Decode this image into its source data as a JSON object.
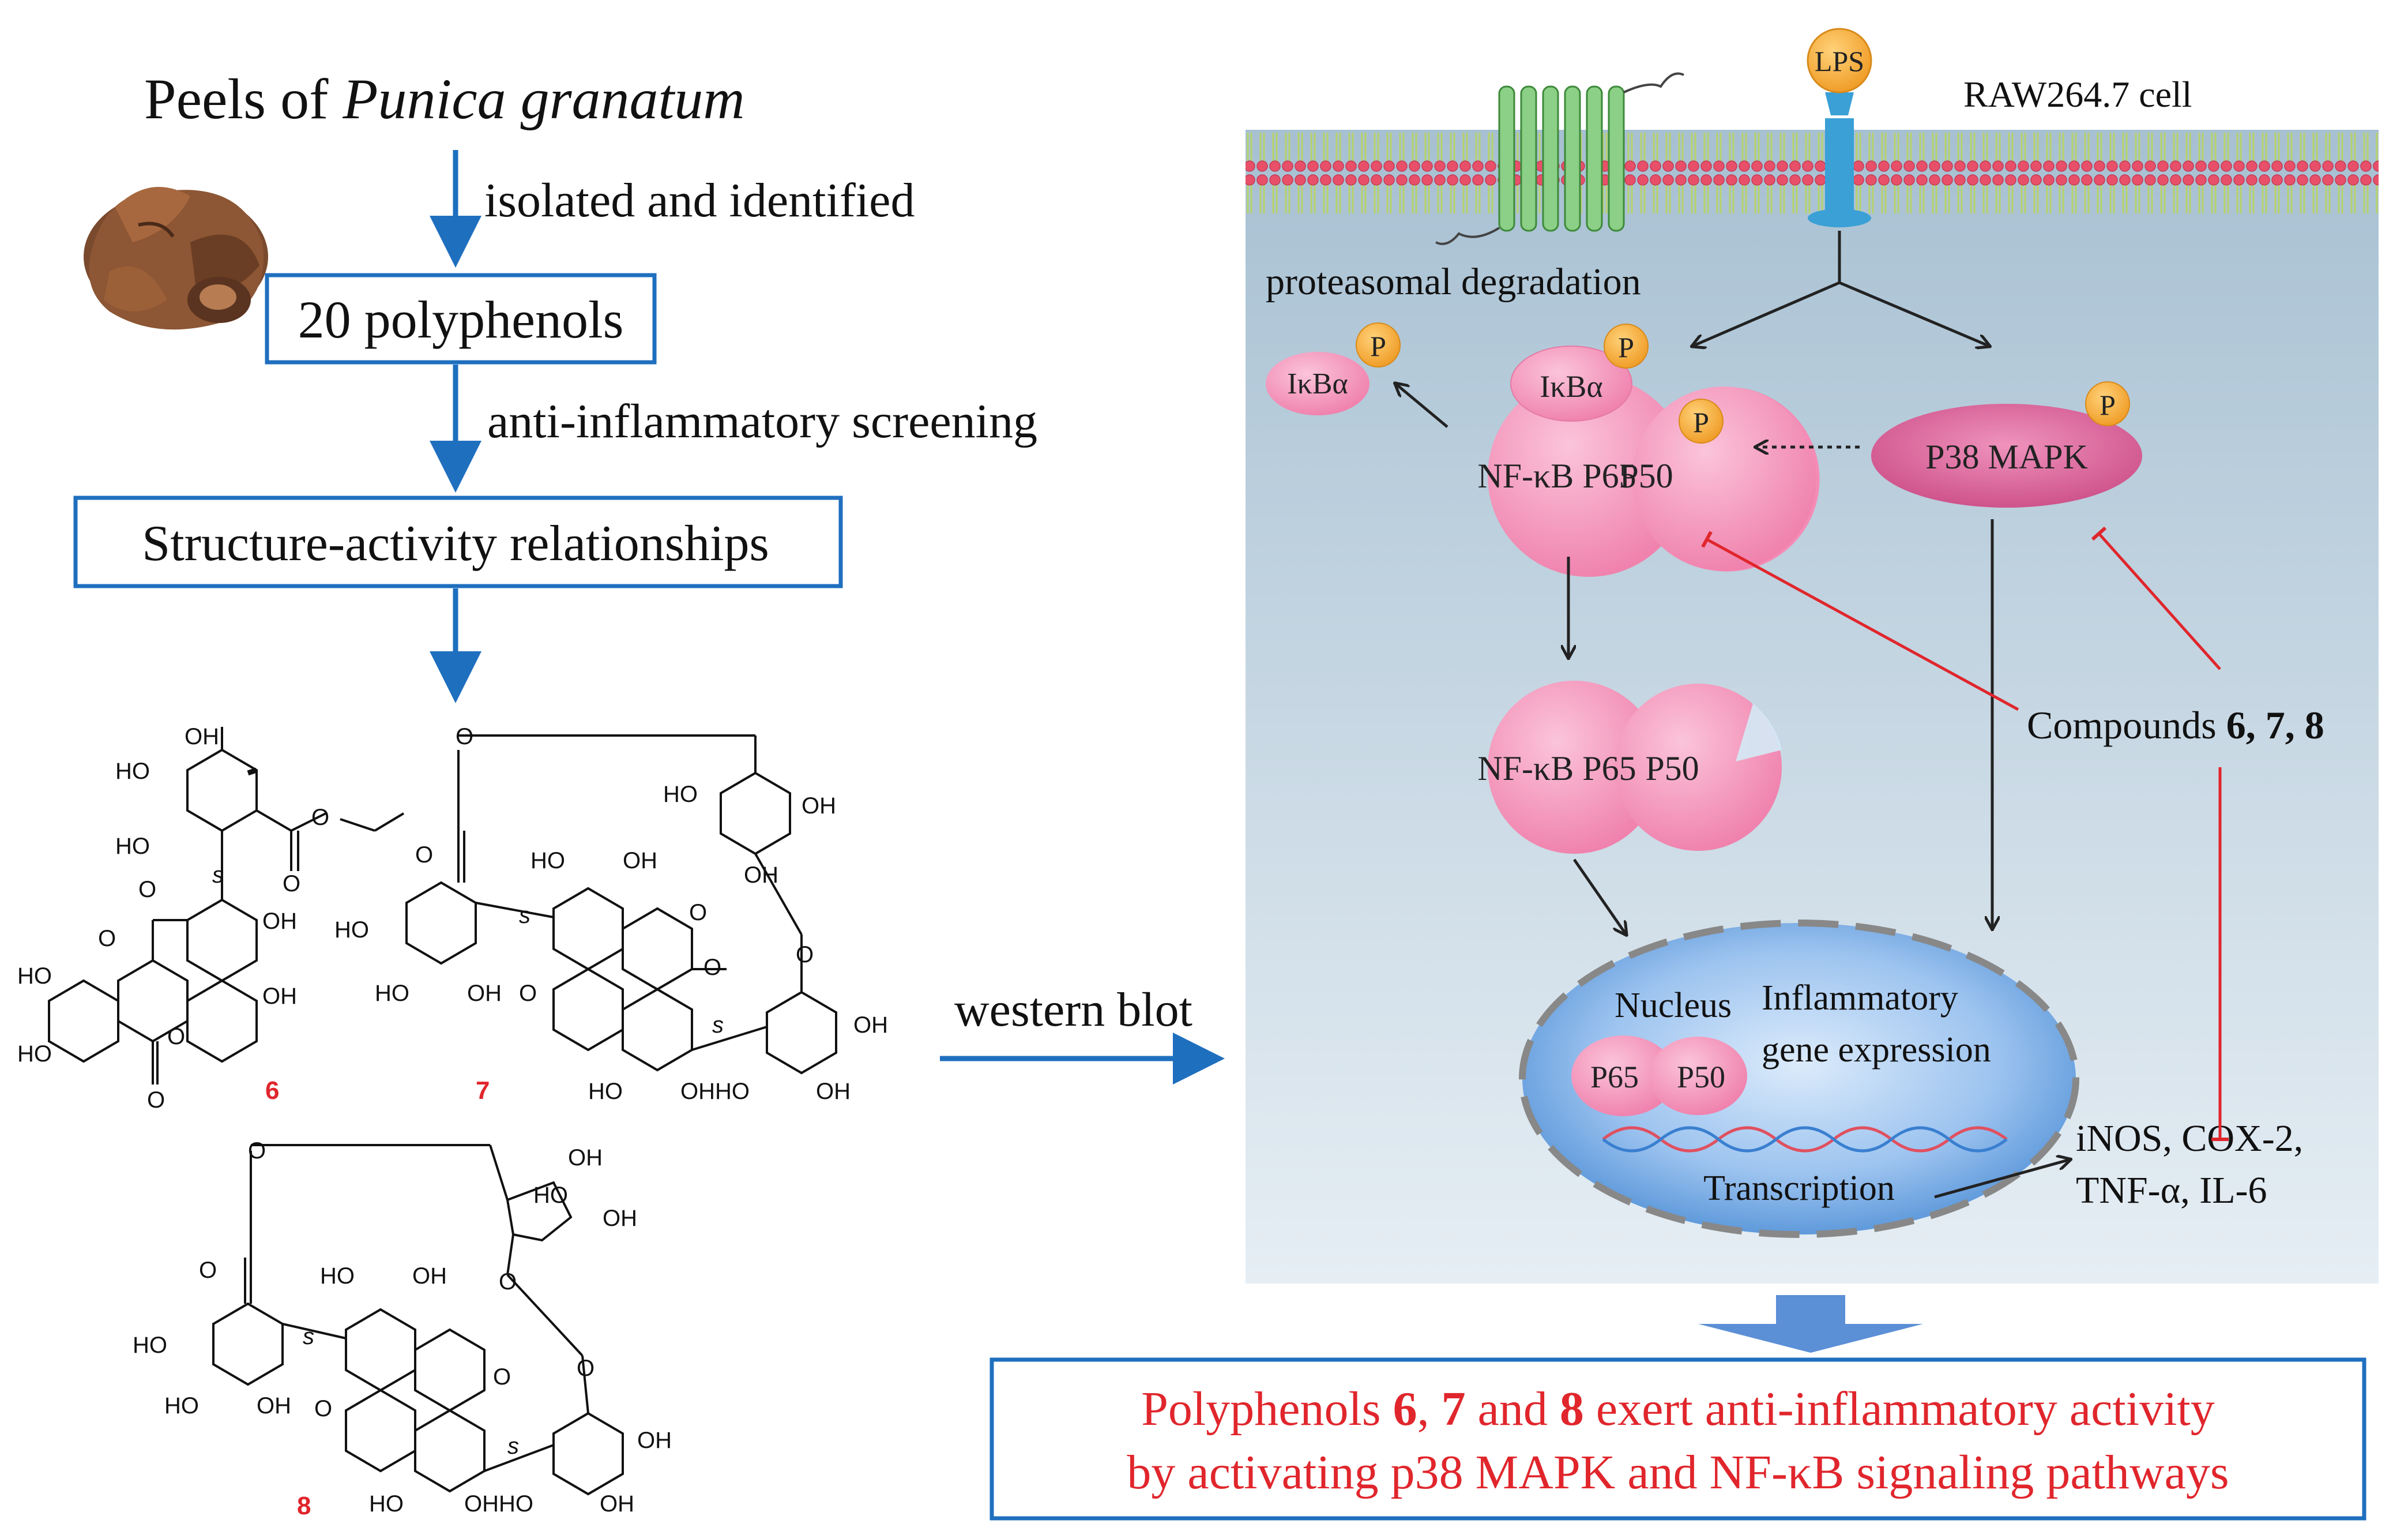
{
  "workflow": {
    "source_prefix": "Peels of ",
    "source_species": "Punica granatum",
    "step1_label": "isolated and identified",
    "box1_label": "20 polyphenols",
    "step2_label": "anti-inflammatory screening",
    "box2_label": "Structure-activity relationships",
    "method_label": "western blot"
  },
  "compounds": [
    {
      "number": "6"
    },
    {
      "number": "7"
    },
    {
      "number": "8"
    }
  ],
  "chem_labels": {
    "hydroxyl": "OH",
    "hydroxyl_left": "HO",
    "oxygen": "O",
    "stereo_s": "s",
    "fused_oh": "OHHO",
    "ho_sugar": "HO"
  },
  "pathway": {
    "cell_label": "RAW264.7 cell",
    "lps": "LPS",
    "degradation": "proteasomal degradation",
    "phospho": "P",
    "ikba": "IκBα",
    "nfkb_p65": "NF-κB P65",
    "p50": "P50",
    "p38": "P38 MAPK",
    "compounds_prefix": "Compounds ",
    "compounds_numbers": "6, 7, 8",
    "nucleus": "Nucleus",
    "inflammatory": "Inflammatory",
    "gene_expression": "gene expression",
    "p65": "P65",
    "transcription": "Transcription",
    "outputs_line1": "iNOS,  COX-2,",
    "outputs_line2": "TNF-α, IL-6"
  },
  "conclusion": {
    "pre": "Polyphenols ",
    "n6": "6",
    "sep1": ", ",
    "n7": "7",
    "and": " and ",
    "n8": "8",
    "rest": " exert anti-inflammatory activity",
    "line2": "by activating p38 MAPK and NF-κB signaling pathways"
  },
  "colors": {
    "flow_blue": "#1f6fbf",
    "box_border": "#1f6fbf",
    "cell_bg_top": "#a7c0d2",
    "cell_bg_bottom": "#e4edf3",
    "membrane_head": "#e8506a",
    "membrane_tail": "#b7d36a",
    "nfkb_pink": "#f59bbf",
    "p38_magenta": "#d95c97",
    "phospho_orange": "#f4a93a",
    "nucleus_blue": "#5f9fe0",
    "inhibit_red": "#e0262c",
    "conclusion_red": "#e0262c",
    "down_arrow": "#5b8fd6"
  }
}
